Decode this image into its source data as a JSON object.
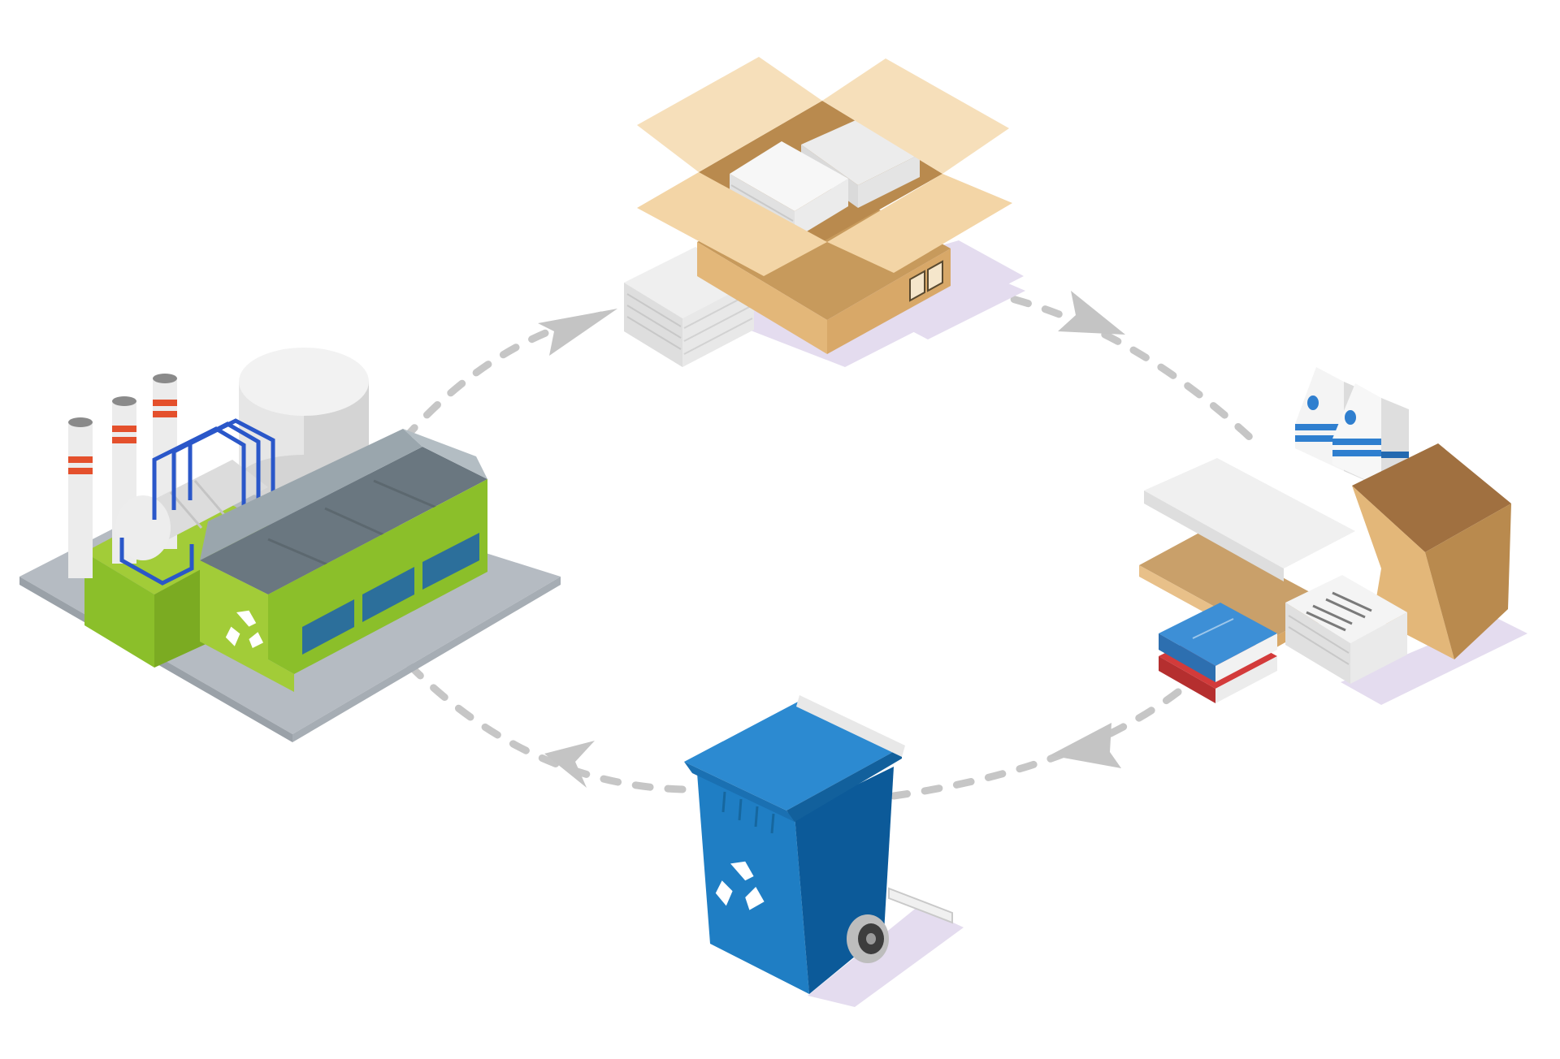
{
  "diagram": {
    "type": "recycling-cycle",
    "stages": [
      {
        "id": "factory",
        "icon": "recycling-factory-icon"
      },
      {
        "id": "new-paper",
        "icon": "cardboard-box-with-paper-icon"
      },
      {
        "id": "used-products",
        "icon": "paper-products-icon"
      },
      {
        "id": "collection",
        "icon": "blue-recycling-bin-icon"
      }
    ],
    "flow": [
      "factory",
      "new-paper",
      "used-products",
      "collection",
      "factory"
    ]
  },
  "colors": {
    "background": "#ffffff",
    "arrow": "#c6c6c6",
    "factory_green": "#8bbf2a",
    "factory_roof": "#7a8a93",
    "cardboard": "#e3b779",
    "cardboard_light": "#f6dfba",
    "bin_blue": "#1f7ec4",
    "bin_blue_dark": "#0c5a99",
    "shadow_lilac": "#e4dcef",
    "carton_blue": "#2f7fcf",
    "book_blue": "#3d8fd6",
    "book_red": "#d33b3b",
    "chimney_stripe": "#e4502c"
  }
}
